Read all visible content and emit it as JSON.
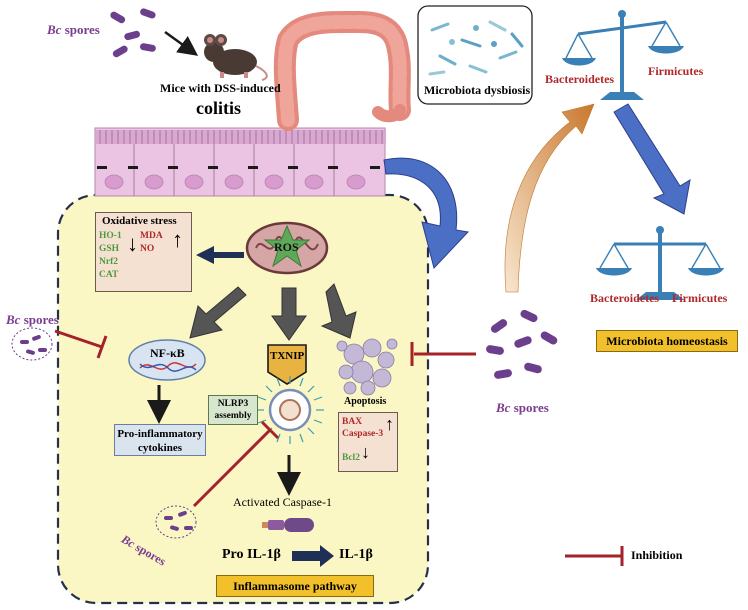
{
  "colors": {
    "spore": "#6b3f8c",
    "yellow_panel": "#fbf7c4",
    "gold_label": "#f2c02b",
    "inhibition": "#a5222a",
    "blue_arrow": "#4a6fc4",
    "orange_arrow": "#d98d3f",
    "dark_arrow": "#2a2a2a",
    "stress_box": "#f5e1d2",
    "cytokine_box": "#d9e4ef",
    "epithelium": "#e6b8dc"
  },
  "top": {
    "spores_label_bc": "Bc",
    "spores_label_rest": " spores",
    "mice_label": "Mice with DSS-induced",
    "colitis_label": "colitis",
    "dysbiosis_label": "Microbiota dysbiosis"
  },
  "balance_top": {
    "left_label": "Bacteroidetes",
    "right_label": "Firmicutes"
  },
  "balance_bottom": {
    "left_label": "Bacteroidetes",
    "right_label": "Firmicutes",
    "homeostasis_label": "Microbiota homeostasis"
  },
  "ros": {
    "label": "ROS"
  },
  "oxidative": {
    "title": "Oxidative stress",
    "down_items": [
      "HO-1",
      "GSH",
      "Nrf2",
      "CAT"
    ],
    "up_items": [
      "MDA",
      "NO"
    ]
  },
  "nfkb": {
    "label": "NF-κB",
    "cytokines_label": "Pro-inflammatory cytokines"
  },
  "txnip": {
    "label": "TXNIP"
  },
  "nlrp3": {
    "label": "NLRP3 assembly"
  },
  "apoptosis": {
    "label": "Apoptosis",
    "up_items": [
      "BAX",
      "Caspase-3"
    ],
    "down_items": [
      "Bcl2"
    ]
  },
  "caspase": {
    "label": "Activated Caspase-1"
  },
  "il": {
    "pro_label": "Pro IL-1β",
    "mature_label": "IL-1β"
  },
  "pathway_label": "Inflammasome pathway",
  "left_spores": {
    "bc": "Bc",
    "rest": " spores"
  },
  "right_spores": {
    "bc": "Bc",
    "rest": " spores"
  },
  "bottom_spores": {
    "bc": "Bc",
    "rest": " spores"
  },
  "legend": {
    "inhibition_label": "Inhibition"
  }
}
